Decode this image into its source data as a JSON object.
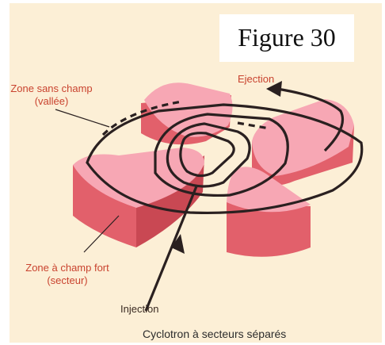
{
  "figure": {
    "title": "Figure 30",
    "caption": "Cyclotron à secteurs séparés"
  },
  "labels": {
    "valley_line1": "Zone sans champ",
    "valley_line2": "(vallée)",
    "sector_line1": "Zone à champ fort",
    "sector_line2": "(secteur)",
    "ejection": "Ejection",
    "injection": "Injection"
  },
  "colors": {
    "background": "#fcefd6",
    "sector_top": "#f7a7b4",
    "sector_side": "#e2606b",
    "sector_dark": "#c94853",
    "orbit": "#2a2020",
    "label_red": "#c9432f"
  }
}
